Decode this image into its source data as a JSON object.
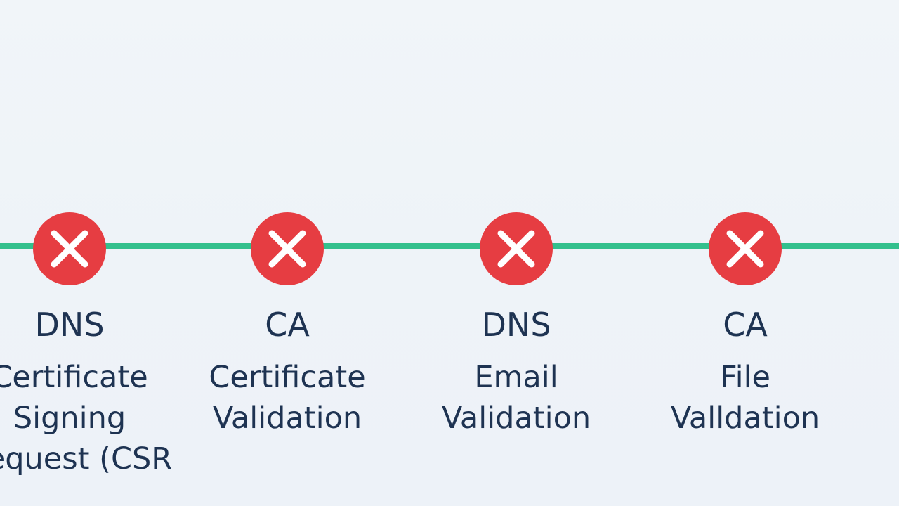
{
  "colors": {
    "background": "#eef3f8",
    "timeline": "#33c08d",
    "badge": "#e63d42",
    "mark": "#ffffff",
    "text": "#1e3352"
  },
  "steps": [
    {
      "icon": "x-icon",
      "status": "failed",
      "heading": "DNS",
      "lines": [
        "Certificate",
        "Signing",
        "Request (CSR"
      ]
    },
    {
      "icon": "x-icon",
      "status": "failed",
      "heading": "CA",
      "lines": [
        "Certificate",
        "Validation",
        ""
      ]
    },
    {
      "icon": "x-icon",
      "status": "failed",
      "heading": "DNS",
      "lines": [
        "Email",
        "Validation",
        ""
      ]
    },
    {
      "icon": "x-icon",
      "status": "failed",
      "heading": "CA",
      "lines": [
        "File",
        "Valldation",
        ""
      ]
    }
  ]
}
